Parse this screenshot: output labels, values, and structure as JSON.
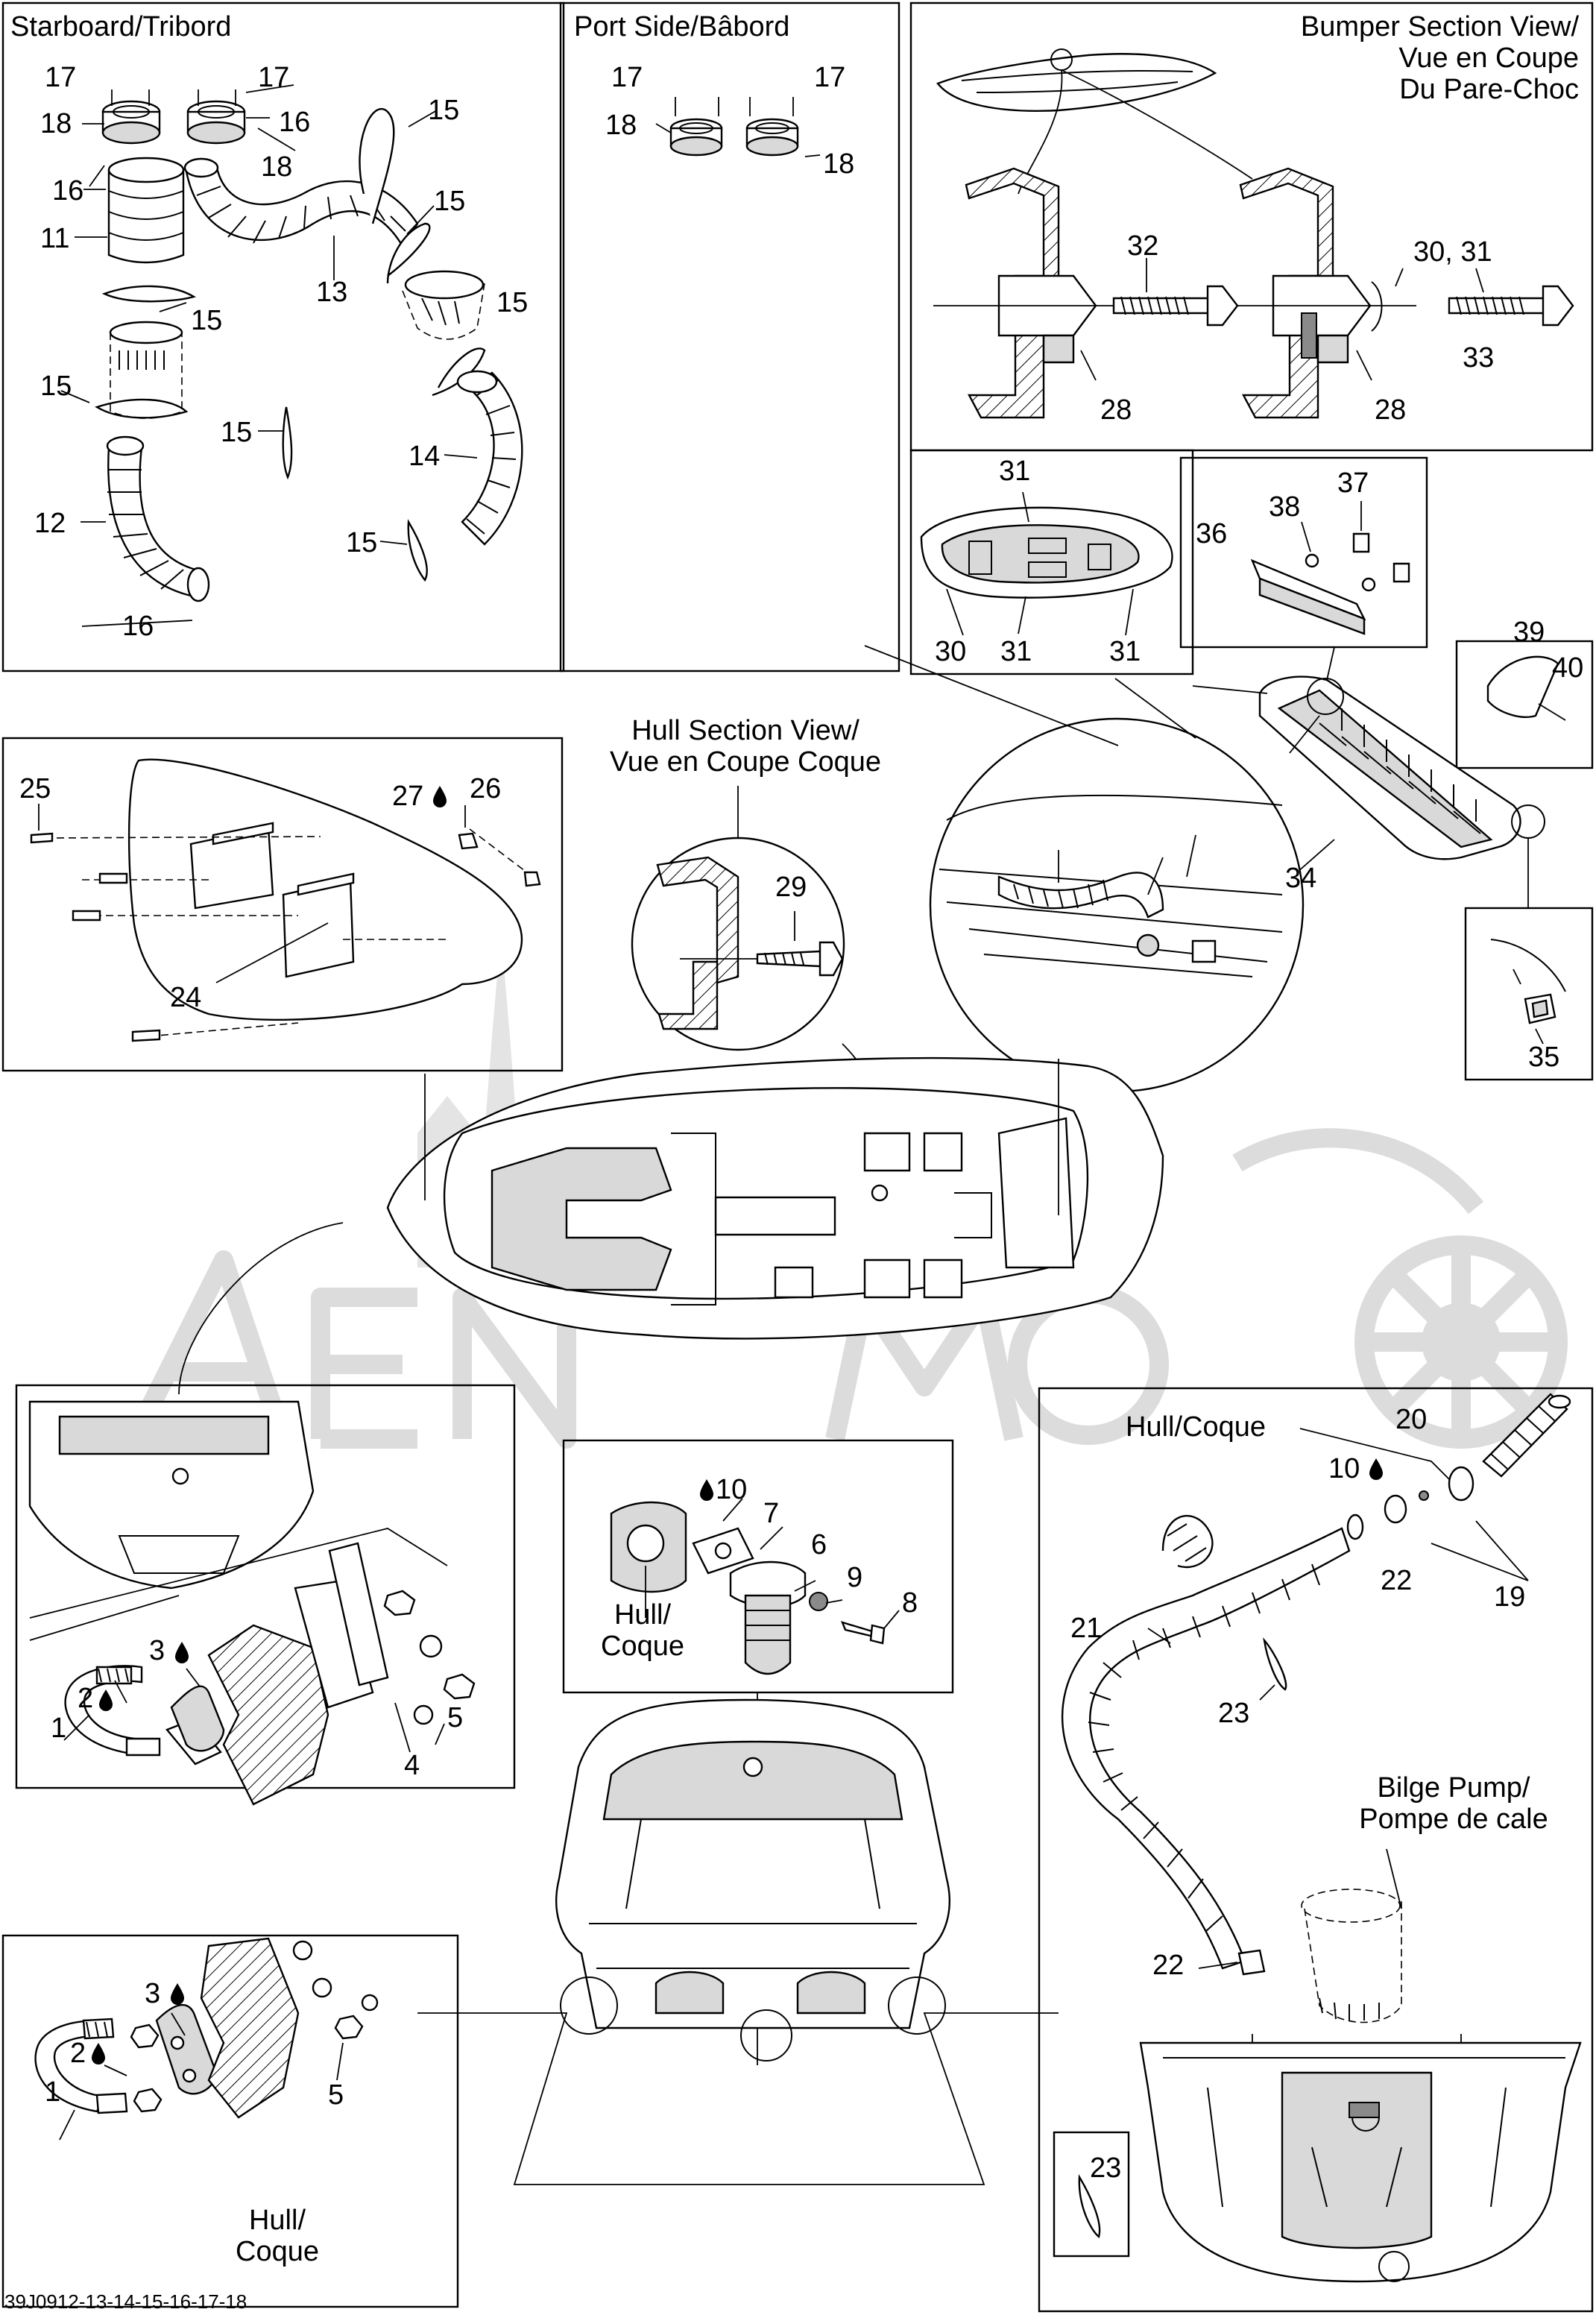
{
  "panels": {
    "starboard_title": "Starboard/Tribord",
    "port_title": "Port Side/Bâbord",
    "bumper_title_1": "Bumper Section View/",
    "bumper_title_2": "Vue en Coupe",
    "bumper_title_3": "Du Pare-Choc",
    "hull_section_title_1": "Hull Section View/",
    "hull_section_title_2": "Vue en Coupe Coque",
    "hull_coque_label": "Hull/Coque",
    "hull_label_1": "Hull/",
    "hull_label_2": "Coque",
    "bilge_title_1": "Bilge Pump/",
    "bilge_title_2": "Pompe de cale"
  },
  "callouts": {
    "c1": "1",
    "c2": "2",
    "c3": "3",
    "c4": "4",
    "c5": "5",
    "c6": "6",
    "c7": "7",
    "c8": "8",
    "c9": "9",
    "c10": "10",
    "c11": "11",
    "c12": "12",
    "c13": "13",
    "c14": "14",
    "c15": "15",
    "c16": "16",
    "c17": "17",
    "c18": "18",
    "c19": "19",
    "c20": "20",
    "c21": "21",
    "c22": "22",
    "c23": "23",
    "c24": "24",
    "c25": "25",
    "c26": "26",
    "c27": "27",
    "c28": "28",
    "c29": "29",
    "c30": "30",
    "c30_31": "30, 31",
    "c31": "31",
    "c32": "32",
    "c33": "33",
    "c34": "34",
    "c35": "35",
    "c36": "36",
    "c37": "37",
    "c38": "38",
    "c39": "39",
    "c40": "40"
  },
  "footer": {
    "code": "39J0912-13-14-15-16-17-18"
  },
  "icons": {
    "sealant": "sealant-drop-icon"
  },
  "colors": {
    "line": "#000000",
    "shade": "#d9d9d9",
    "watermark": "#dcdcdc"
  }
}
